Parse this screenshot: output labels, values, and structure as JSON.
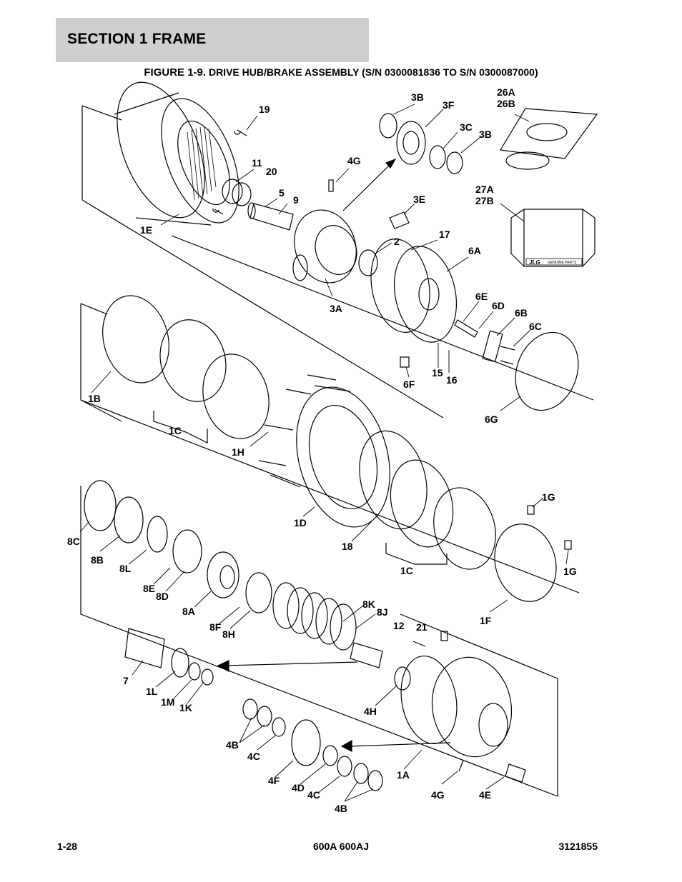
{
  "section": {
    "title": "SECTION 1  FRAME"
  },
  "figure": {
    "number": "FIGURE 1-9.",
    "title": " DRIVE HUB/BRAKE ASSEMBLY (S/N 0300081836 TO S/N 0300087000)"
  },
  "callouts": {
    "c19": "19",
    "c11": "11",
    "c20": "20",
    "c5": "5",
    "c9": "9",
    "c1E": "1E",
    "c4G_top": "4G",
    "c3B_1": "3B",
    "c3F": "3F",
    "c3C": "3C",
    "c3B_2": "3B",
    "c26A": "26A",
    "c26B": "26B",
    "c27A": "27A",
    "c27B": "27B",
    "c3E": "3E",
    "c2": "2",
    "c17": "17",
    "c6A": "6A",
    "c3A": "3A",
    "c6E": "6E",
    "c6D": "6D",
    "c6B": "6B",
    "c6C": "6C",
    "c15": "15",
    "c16": "16",
    "c6F": "6F",
    "c6G": "6G",
    "c1B": "1B",
    "c1C_top": "1C",
    "c1H": "1H",
    "c1D": "1D",
    "c18": "18",
    "c1C_bot": "1C",
    "c1G_1": "1G",
    "c1G_2": "1G",
    "c1F": "1F",
    "c8C": "8C",
    "c8B": "8B",
    "c8L": "8L",
    "c8E": "8E",
    "c8D": "8D",
    "c8A": "8A",
    "c8F": "8F",
    "c8H": "8H",
    "c8K": "8K",
    "c8J": "8J",
    "c12": "12",
    "c21": "21",
    "c7": "7",
    "c1L": "1L",
    "c1M": "1M",
    "c1K": "1K",
    "c4H": "4H",
    "c4B_1": "4B",
    "c4C_1": "4C",
    "c4F": "4F",
    "c4D": "4D",
    "c4C_2": "4C",
    "c4B_2": "4B",
    "c1A": "1A",
    "c4G_bot": "4G",
    "c4E": "4E"
  },
  "kit_label": "GENUINE PARTS",
  "kit_logo": "JLG",
  "footer": {
    "page": "1-28",
    "model": "600A 600AJ",
    "doc_number": "3121855"
  }
}
